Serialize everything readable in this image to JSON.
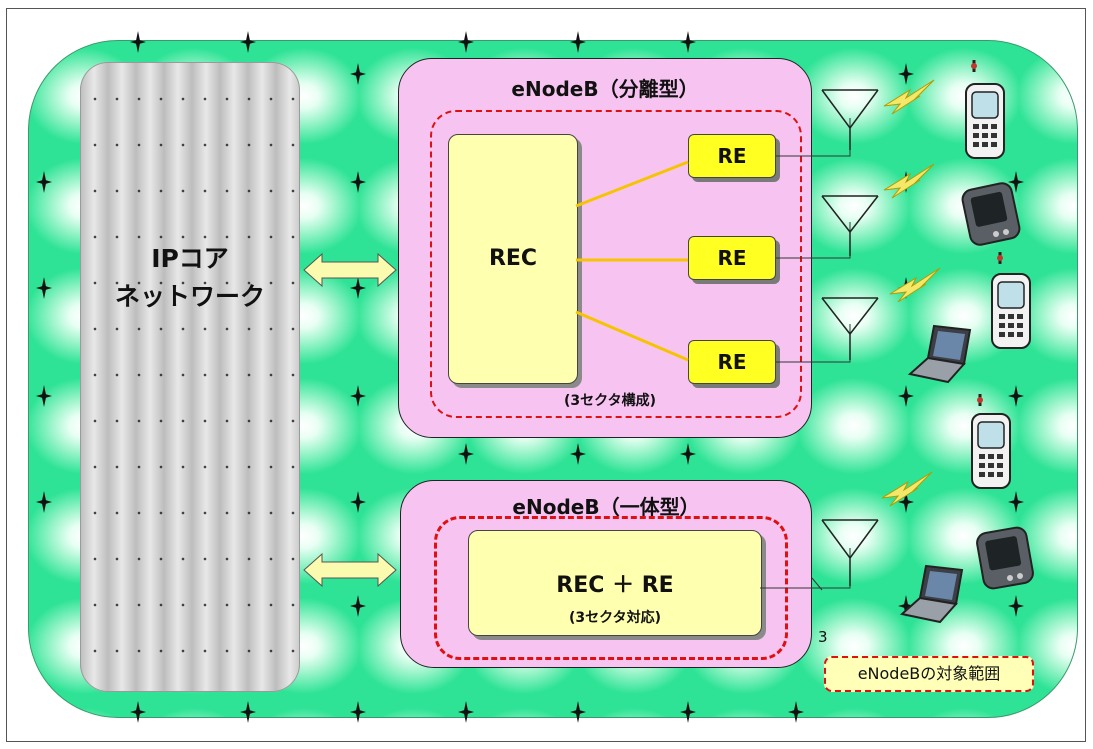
{
  "core": {
    "line1": "IPコア",
    "line2": "ネットワーク"
  },
  "enb_split": {
    "title": "eNodeB（分離型）",
    "rec_label": "REC",
    "re_labels": [
      "RE",
      "RE",
      "RE"
    ],
    "sector_note": "(3セクタ構成)"
  },
  "enb_integrated": {
    "title": "eNodeB（一体型）",
    "main_label": "REC ＋ RE",
    "sub_label": "(3セクタ対応)",
    "line_count": "3"
  },
  "legend": {
    "label": "eNodeBの対象範囲"
  },
  "icons": [
    "antenna-icon",
    "lightning-icon",
    "cellphone-icon",
    "pda-icon",
    "laptop-icon",
    "double-arrow-icon"
  ]
}
